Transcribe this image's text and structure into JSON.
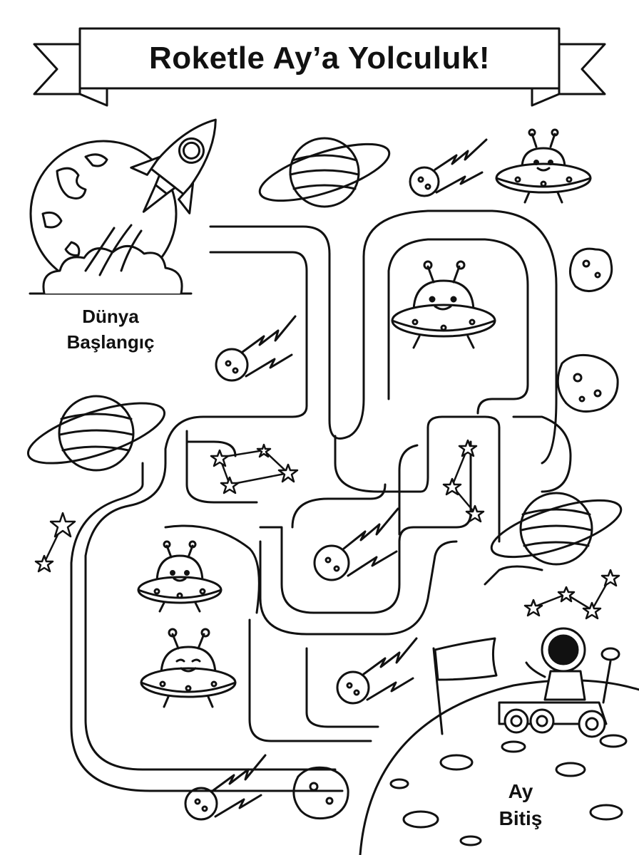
{
  "title": "Roketle Ay’a Yolculuk!",
  "start": {
    "line1": "Dünya",
    "line2": "Başlangıç"
  },
  "end": {
    "line1": "Ay",
    "line2": "Bitiş"
  }
}
